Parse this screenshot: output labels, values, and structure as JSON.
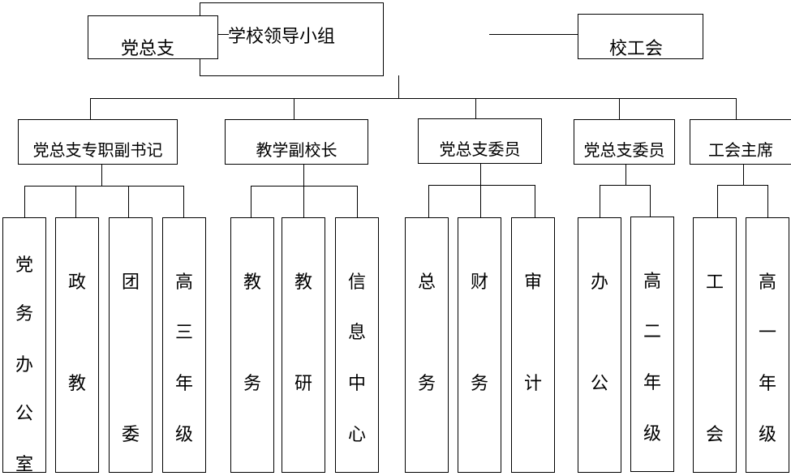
{
  "top": {
    "leadership": "学校领导小组",
    "party_branch": "党总支",
    "union": "校工会"
  },
  "second_level": [
    {
      "label": "党总支专职副书记"
    },
    {
      "label": "教学副校长"
    },
    {
      "label": "党总支委员"
    },
    {
      "label": "党总支委员"
    },
    {
      "label": "工会主席"
    }
  ],
  "leaves": [
    {
      "chars": [
        "党",
        "务",
        "办",
        "公",
        "室"
      ]
    },
    {
      "chars": [
        "政",
        "教"
      ]
    },
    {
      "chars": [
        "团",
        "委"
      ]
    },
    {
      "chars": [
        "高",
        "三",
        "年",
        "级"
      ]
    },
    {
      "chars": [
        "教",
        "务"
      ]
    },
    {
      "chars": [
        "教",
        "研"
      ]
    },
    {
      "chars": [
        "信",
        "息",
        "中",
        "心"
      ]
    },
    {
      "chars": [
        "总",
        "务"
      ]
    },
    {
      "chars": [
        "财",
        "务"
      ]
    },
    {
      "chars": [
        "审",
        "计"
      ]
    },
    {
      "chars": [
        "办",
        "公"
      ]
    },
    {
      "chars": [
        "高",
        "二",
        "年",
        "级"
      ]
    },
    {
      "chars": [
        "工",
        "会"
      ]
    },
    {
      "chars": [
        "高",
        "一",
        "年",
        "级"
      ]
    }
  ]
}
